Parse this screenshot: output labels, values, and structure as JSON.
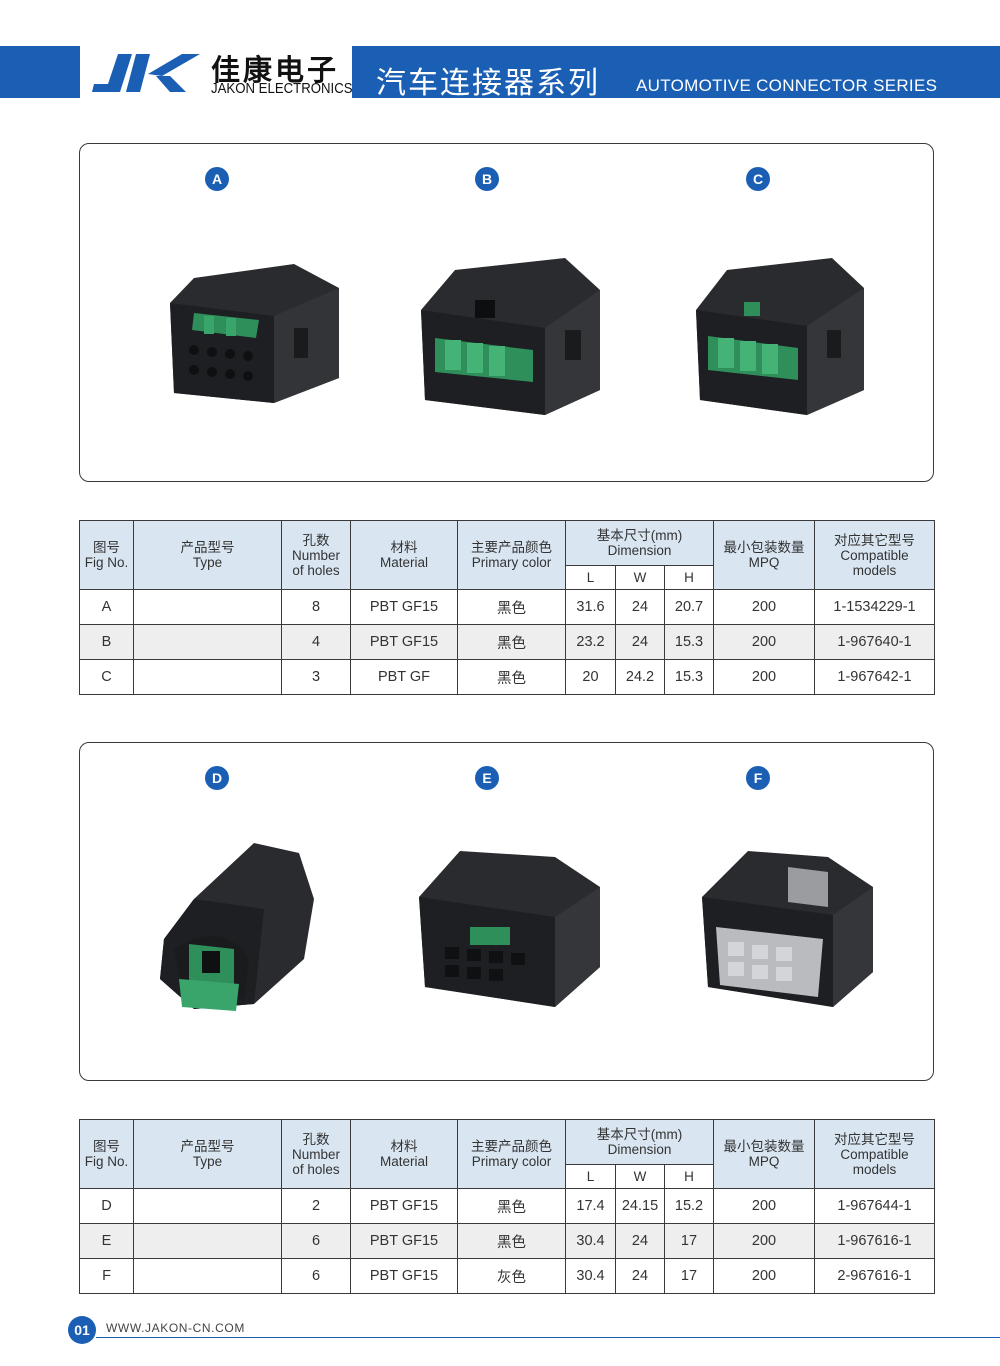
{
  "header": {
    "cn_brand": "佳康电子",
    "en_brand": "JAKON ELECTRONICS",
    "cn_series": "汽车连接器系列",
    "en_series": "AUTOMOTIVE CONNECTOR SERIES",
    "brand_color": "#1a5fb4"
  },
  "panel1": {
    "badges": [
      "A",
      "B",
      "C"
    ]
  },
  "panel2": {
    "badges": [
      "D",
      "E",
      "F"
    ]
  },
  "table_headers": {
    "fig_cn": "图号",
    "fig_en": "Fig No.",
    "type_cn": "产品型号",
    "type_en": "Type",
    "holes_cn": "孔数",
    "holes_en1": "Number",
    "holes_en2": "of holes",
    "material_cn": "材料",
    "material_en": "Material",
    "color_cn": "主要产品颜色",
    "color_en": "Primary color",
    "dim_cn": "基本尺寸(mm)",
    "dim_en": "Dimension",
    "mpq_cn": "最小包装数量",
    "mpq_en": "MPQ",
    "compat_cn": "对应其它型号",
    "compat_en1": "Compatible",
    "compat_en2": "models",
    "l": "L",
    "w": "W",
    "h": "H"
  },
  "table1": [
    {
      "fig": "A",
      "type": "",
      "holes": "8",
      "material": "PBT GF15",
      "color": "黑色",
      "l": "31.6",
      "w": "24",
      "h": "20.7",
      "mpq": "200",
      "compat": "1-1534229-1"
    },
    {
      "fig": "B",
      "type": "",
      "holes": "4",
      "material": "PBT GF15",
      "color": "黑色",
      "l": "23.2",
      "w": "24",
      "h": "15.3",
      "mpq": "200",
      "compat": "1-967640-1"
    },
    {
      "fig": "C",
      "type": "",
      "holes": "3",
      "material": "PBT GF",
      "color": "黑色",
      "l": "20",
      "w": "24.2",
      "h": "15.3",
      "mpq": "200",
      "compat": "1-967642-1"
    }
  ],
  "table2": [
    {
      "fig": "D",
      "type": "",
      "holes": "2",
      "material": "PBT GF15",
      "color": "黑色",
      "l": "17.4",
      "w": "24.15",
      "h": "15.2",
      "mpq": "200",
      "compat": "1-967644-1"
    },
    {
      "fig": "E",
      "type": "",
      "holes": "6",
      "material": "PBT GF15",
      "color": "黑色",
      "l": "30.4",
      "w": "24",
      "h": "17",
      "mpq": "200",
      "compat": "1-967616-1"
    },
    {
      "fig": "F",
      "type": "",
      "holes": "6",
      "material": "PBT GF15",
      "color": "灰色",
      "l": "30.4",
      "w": "24",
      "h": "17",
      "mpq": "200",
      "compat": "2-967616-1"
    }
  ],
  "footer": {
    "page": "01",
    "website": "WWW.JAKON-CN.COM"
  }
}
